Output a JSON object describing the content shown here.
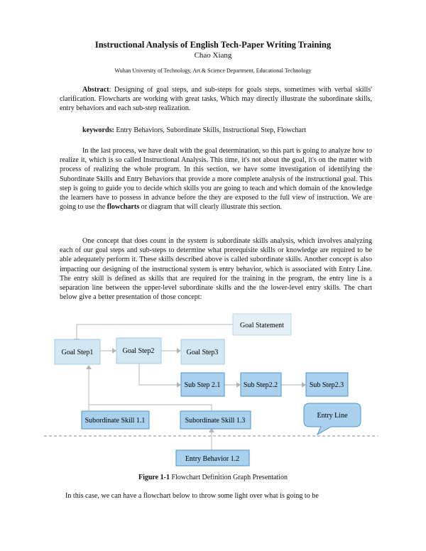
{
  "paper": {
    "title": "Instructional Analysis of English Tech-Paper Writing Training",
    "author": "Chao Xiang",
    "affiliation": "Wuhan University of Technology, Art & Science Department, Educational Technology",
    "abstract_label": "Abstract",
    "abstract_text": ": Designing of goal steps, and sub-steps for goals steps, sometimes with verbal skills' clarification. Flowcharts are working with great tasks, Which may directly illustrate the subordinate skills, entry behaviors and each sub-step realization.",
    "keywords_label": "keywords:",
    "keywords_text": " Entry Behaviors, Subordinate Skills, Instructional Step, Flowchart",
    "para1_a": "In the last process, we have dealt with the goal determination, so this part is going to analyze how to realize it, which is so called Instructional Analysis. This time, it's not about the goal, it's on the matter with process of realizing the whole program. In this section, we have some investigation of identifying the Subordinate Skills and Entry Behaviors that provide a more complete analysis of the instructional goal. This step is going to guide you to decide which skills you are going to teach and which domain of the knowledge the learners have to possess in advance before the they are exposed to the full view of instruction. We are going to use the ",
    "para1_bold": "flowcharts",
    "para1_b": " or diagram that will clearly illustrate this section.",
    "para2": "One concept that does count in the system is subordinate skills analysis, which involves analyzing each of our goal steps and sub-steps to determine what prerequisite skills or knowledge are required to be able adequately perform it. These skills described above is called subordinate skills. Another concept is also impacting our designing of the instructional system is entry behavior, which is associated with Entry Line. The entry skill is defined as skills that are required for the training in the program, the entry line is a separation line between the upper-level subordinate skills and the the lower-level entry skills. The chart below give a better presentation of those concept:",
    "figure_label": "Figure 1-1",
    "figure_caption": " Flowchart Definition Graph Presentation",
    "last_line": "In this case, we can have a flowchart below to throw some light over what is going to be"
  },
  "diagram": {
    "nodes": {
      "goal_statement": "Goal Statement",
      "goal_step1": "Goal Step1",
      "goal_step2": "Goal Step2",
      "goal_step3": "Goal Step3",
      "sub_step_2_1": "Sub Step 2.1",
      "sub_step_2_2": "Sub Step2.2",
      "sub_step_2_3": "Sub Step2.3",
      "sub_skill_1_1": "Subordinate Skill 1.1",
      "sub_skill_1_3": "Subordinate Skill 1.3",
      "entry_behavior_1_2": "Entry Behavior 1.2",
      "entry_line": "Entry Line"
    },
    "colors": {
      "light_fill": "#d1e7f3",
      "dark_fill": "#a9d0ec",
      "light_border": "#a8cbe0",
      "dark_border": "#4f94c9",
      "statement_fill": "#e4f0f6",
      "line": "#b4b4b4",
      "dashed": "#8a8a8a"
    }
  }
}
